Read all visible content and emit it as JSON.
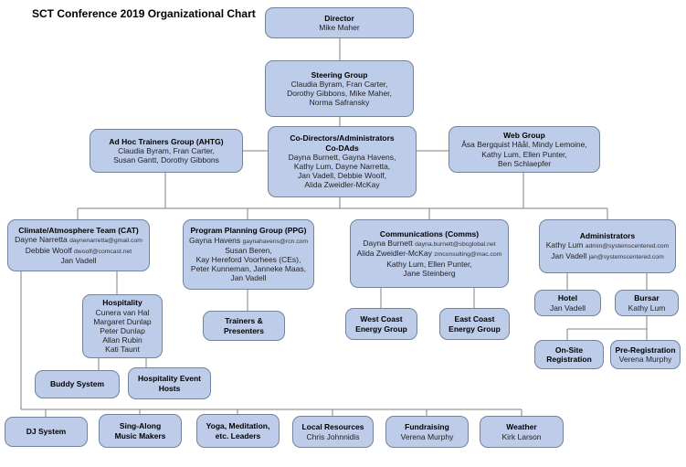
{
  "page_title": "SCT Conference 2019 Organizational Chart",
  "colors": {
    "box_fill": "#bdcce9",
    "box_border": "#72839e",
    "connector": "#7f7f7f"
  },
  "boxes": {
    "director": {
      "titles": [
        "Director"
      ],
      "members": [
        "Mike Maher"
      ]
    },
    "steering": {
      "titles": [
        "Steering Group"
      ],
      "members": [
        "Claudia Byram, Fran Carter,",
        "Dorothy Gibbons, Mike Maher,",
        "Norma Safransky"
      ]
    },
    "ahtg": {
      "titles": [
        "Ad Hoc Trainers Group (AHTG)"
      ],
      "members": [
        "Claudia Byram, Fran Carter,",
        "Susan Gantt, Dorothy Gibbons"
      ]
    },
    "codads": {
      "titles": [
        "Co-Directors/Administrators",
        "Co-DAds"
      ],
      "members": [
        "Dayna Burnett, Gayna Havens,",
        "Kathy Lum, Dayne Narretta,",
        "Jan Vadell, Debbie Woolf,",
        "Alida Zweidler-McKay"
      ]
    },
    "webgroup": {
      "titles": [
        "Web Group"
      ],
      "members": [
        "Åsa Bergquist Hâål, Mindy Lemoine,",
        "Kathy Lum, Ellen Punter,",
        "Ben Schlaepfer"
      ]
    },
    "cat": {
      "titles": [
        "Climate/Atmosphere Team (CAT)"
      ],
      "members": [
        [
          {
            "text": "Dayne Narretta "
          },
          {
            "text": "daynenarretta@gmail.com",
            "small": true
          }
        ],
        [
          {
            "text": "Debbie Woolf "
          },
          {
            "text": "dwoolf@comcast.net",
            "small": true
          }
        ],
        "Jan Vadell"
      ]
    },
    "ppg": {
      "titles": [
        "Program Planning Group (PPG)"
      ],
      "members": [
        [
          {
            "text": "Gayna Havens "
          },
          {
            "text": "gaynahavens@rcn.com",
            "small": true
          }
        ],
        "Susan Beren,",
        "Kay Hereford Voorhees (CEs),",
        "Peter Kunneman, Janneke Maas,",
        "Jan Vadell"
      ]
    },
    "comms": {
      "titles": [
        "Communications (Comms)"
      ],
      "members": [
        [
          {
            "text": "Dayna Burnett "
          },
          {
            "text": "dayna.burnett@sbcglobal.net",
            "small": true
          }
        ],
        [
          {
            "text": "Alida Zweidler-McKay "
          },
          {
            "text": "zmconsulting@mac.com",
            "small": true
          }
        ],
        "Kathy Lum, Ellen Punter,",
        "Jane Steinberg"
      ]
    },
    "admins": {
      "titles": [
        "Administrators"
      ],
      "members": [
        [
          {
            "text": "Kathy Lum "
          },
          {
            "text": "admin@systemscentered.com",
            "small": true
          }
        ],
        [
          {
            "text": "Jan Vadell "
          },
          {
            "text": "jan@systemscentered.com",
            "small": true
          }
        ]
      ]
    },
    "hospitality": {
      "titles": [
        "Hospitality"
      ],
      "members": [
        "Cunera van Hal",
        "Margaret Dunlap",
        "Peter Dunlap",
        "Allan Rubin",
        "Kati Taunt"
      ]
    },
    "trainers": {
      "titles": [
        "Trainers &",
        "Presenters"
      ],
      "members": []
    },
    "westcoast": {
      "titles": [
        "West Coast",
        "Energy Group"
      ],
      "members": []
    },
    "eastcoast": {
      "titles": [
        "East Coast",
        "Energy Group"
      ],
      "members": []
    },
    "hotel": {
      "titles": [
        "Hotel"
      ],
      "members": [
        "Jan Vadell"
      ]
    },
    "bursar": {
      "titles": [
        "Bursar"
      ],
      "members": [
        "Kathy Lum"
      ]
    },
    "buddy": {
      "titles": [
        "Buddy System"
      ],
      "members": []
    },
    "hosphosts": {
      "titles": [
        "Hospitality Event",
        "Hosts"
      ],
      "members": []
    },
    "onsite": {
      "titles": [
        "On-Site",
        "Registration"
      ],
      "members": []
    },
    "prereg": {
      "titles": [
        "Pre-Registration"
      ],
      "members": [
        "Verena Murphy"
      ]
    },
    "dj": {
      "titles": [
        "DJ System"
      ],
      "members": []
    },
    "singalong": {
      "titles": [
        "Sing-Along",
        "Music Makers"
      ],
      "members": []
    },
    "yoga": {
      "titles": [
        "Yoga, Meditation,",
        "etc. Leaders"
      ],
      "members": []
    },
    "local": {
      "titles": [
        "Local Resources"
      ],
      "members": [
        "Chris Johnnidis"
      ]
    },
    "fundraising": {
      "titles": [
        "Fundraising"
      ],
      "members": [
        "Verena Murphy"
      ]
    },
    "weather": {
      "titles": [
        "Weather"
      ],
      "members": [
        "Kirk Larson"
      ]
    }
  },
  "hierarchy": {
    "director": [
      "steering"
    ],
    "steering": [
      "codads"
    ],
    "codads_side_links": [
      "ahtg",
      "webgroup"
    ],
    "shared_bus_parents": [
      "ahtg",
      "codads",
      "webgroup"
    ],
    "shared_bus_children": [
      "cat",
      "ppg",
      "comms",
      "admins"
    ],
    "cat": [
      "hospitality",
      "dj",
      "singalong",
      "yoga",
      "local",
      "fundraising",
      "weather"
    ],
    "hospitality": [
      "buddy",
      "hosphosts"
    ],
    "ppg": [
      "trainers"
    ],
    "comms": [
      "westcoast",
      "eastcoast"
    ],
    "admins": [
      "hotel",
      "bursar"
    ],
    "bursar": [
      "onsite",
      "prereg"
    ]
  }
}
